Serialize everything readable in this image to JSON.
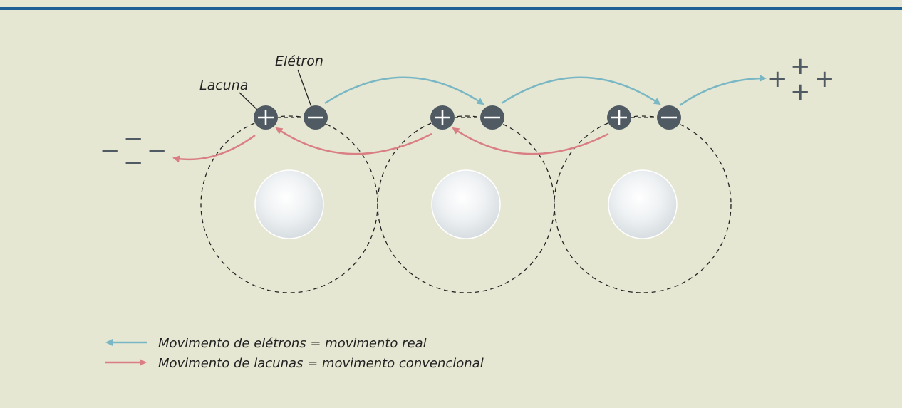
{
  "diagram": {
    "labels": {
      "electron": "Elétron",
      "hole": "Lacuna"
    },
    "charge_signs": {
      "plus": "+",
      "minus": "−"
    },
    "legend": {
      "electron_movement": "Movimento de elétrons = movimento real",
      "hole_movement": "Movimento de lacunas = movimento convencional"
    },
    "colors": {
      "background": "#e6e7d3",
      "top_rule": "#1e5f96",
      "electron_arrow": "#7ab7c4",
      "hole_arrow": "#d97f84",
      "particle": "#4f5a63",
      "nucleus": "#eef1f3",
      "orbit": "#222222"
    }
  }
}
